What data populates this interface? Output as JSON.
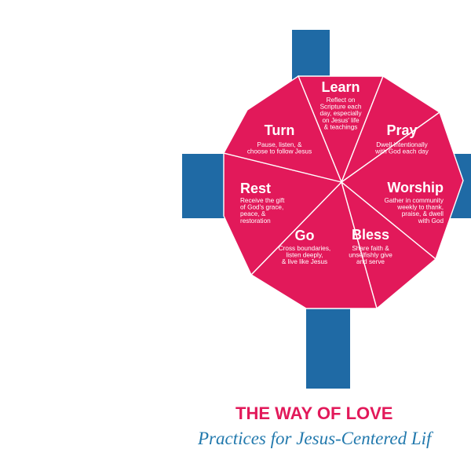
{
  "colors": {
    "cross": "#1f6aa5",
    "segment": "#e2195a",
    "segment_text": "#ffffff",
    "title": "#e2195a",
    "subtitle": "#2279ad"
  },
  "title": "THE WAY OF LOVE",
  "subtitle": "Practices for Jesus-Centered Lif",
  "practices": [
    {
      "key": "learn",
      "title": "Learn",
      "lines": [
        "Reflect on",
        "Scripture each",
        "day, especially",
        "on Jesus' life",
        "& teachings"
      ]
    },
    {
      "key": "pray",
      "title": "Pray",
      "lines": [
        "Dwell intentionally",
        "with God each day"
      ]
    },
    {
      "key": "worship",
      "title": "Worship",
      "lines": [
        "Gather in community",
        "weekly to thank,",
        "praise, & dwell",
        "with God"
      ]
    },
    {
      "key": "bless",
      "title": "Bless",
      "lines": [
        "Share faith &",
        "unselfishly give",
        "and serve"
      ]
    },
    {
      "key": "go",
      "title": "Go",
      "lines": [
        "Cross boundaries,",
        "listen deeply,",
        "& live like Jesus"
      ]
    },
    {
      "key": "rest",
      "title": "Rest",
      "lines": [
        "Receive the gift",
        "of God's grace,",
        "peace, &",
        "restoration"
      ]
    },
    {
      "key": "turn",
      "title": "Turn",
      "lines": [
        "Pause, listen, &",
        "choose to follow Jesus"
      ]
    }
  ]
}
